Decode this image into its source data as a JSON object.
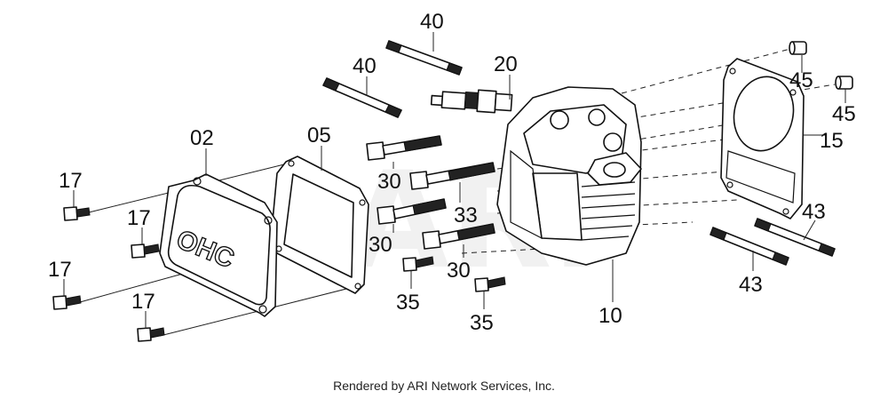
{
  "watermark": "ARI",
  "credit": "Rendered by ARI Network Services, Inc.",
  "cover_emboss": "OHC",
  "callouts": {
    "c40a": "40",
    "c40b": "40",
    "c20": "20",
    "c45a": "45",
    "c45b": "45",
    "c02": "02",
    "c05": "05",
    "c15": "15",
    "c17a": "17",
    "c17b": "17",
    "c17c": "17",
    "c17d": "17",
    "c30a": "30",
    "c30b": "30",
    "c30c": "30",
    "c33": "33",
    "c35a": "35",
    "c35b": "35",
    "c43a": "43",
    "c43b": "43",
    "c10": "10"
  }
}
